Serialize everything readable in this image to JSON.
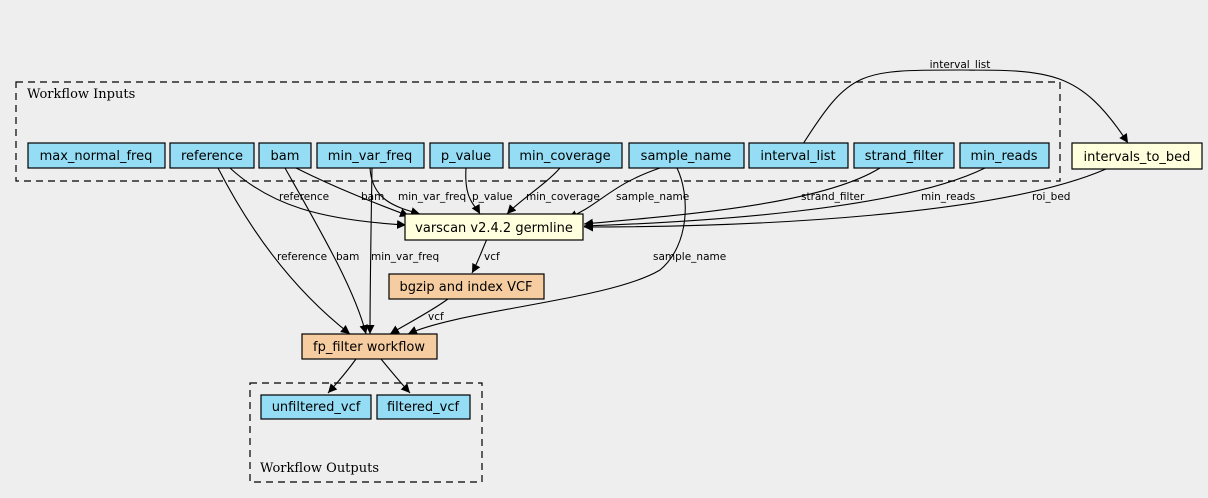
{
  "clusters": {
    "inputs": "Workflow Inputs",
    "outputs": "Workflow Outputs"
  },
  "nodes": {
    "max_normal_freq": "max_normal_freq",
    "reference": "reference",
    "bam": "bam",
    "min_var_freq": "min_var_freq",
    "p_value": "p_value",
    "min_coverage": "min_coverage",
    "sample_name": "sample_name",
    "interval_list": "interval_list",
    "strand_filter": "strand_filter",
    "min_reads": "min_reads",
    "intervals_to_bed": "intervals_to_bed",
    "varscan": "varscan v2.4.2 germline",
    "bgzip": "bgzip and index VCF",
    "fp_filter": "fp_filter workflow",
    "unfiltered_vcf": "unfiltered_vcf",
    "filtered_vcf": "filtered_vcf"
  },
  "edge_labels": {
    "interval_list": "interval_list",
    "reference_varscan": "reference",
    "bam_varscan": "bam",
    "min_var_freq_varscan": "min_var_freq",
    "p_value": "p_value",
    "min_coverage": "min_coverage",
    "sample_name_varscan": "sample_name",
    "strand_filter": "strand_filter",
    "min_reads": "min_reads",
    "roi_bed": "roi_bed",
    "vcf_varscan": "vcf",
    "vcf_bgzip": "vcf",
    "reference_fp": "reference",
    "bam_fp": "bam",
    "min_var_freq_fp": "min_var_freq",
    "sample_name_fp": "sample_name"
  }
}
